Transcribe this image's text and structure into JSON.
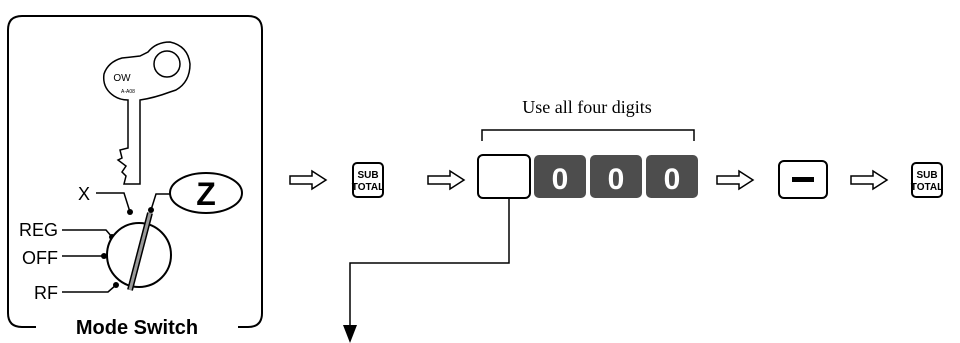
{
  "mode_switch": {
    "key_label": "OW",
    "key_code": "A-A08",
    "positions": [
      "X",
      "REG",
      "OFF",
      "RF"
    ],
    "selected": "Z",
    "caption": "Mode Switch"
  },
  "sequence": {
    "digits_note": "Use all four digits",
    "subtotal_key": [
      "SUB",
      "TOTAL"
    ],
    "digits": [
      "0",
      "0",
      "0"
    ],
    "minus_key": "−"
  },
  "colors": {
    "line": "#000000",
    "digit_key": "#4d4d4d",
    "digit_text": "#ffffff"
  }
}
